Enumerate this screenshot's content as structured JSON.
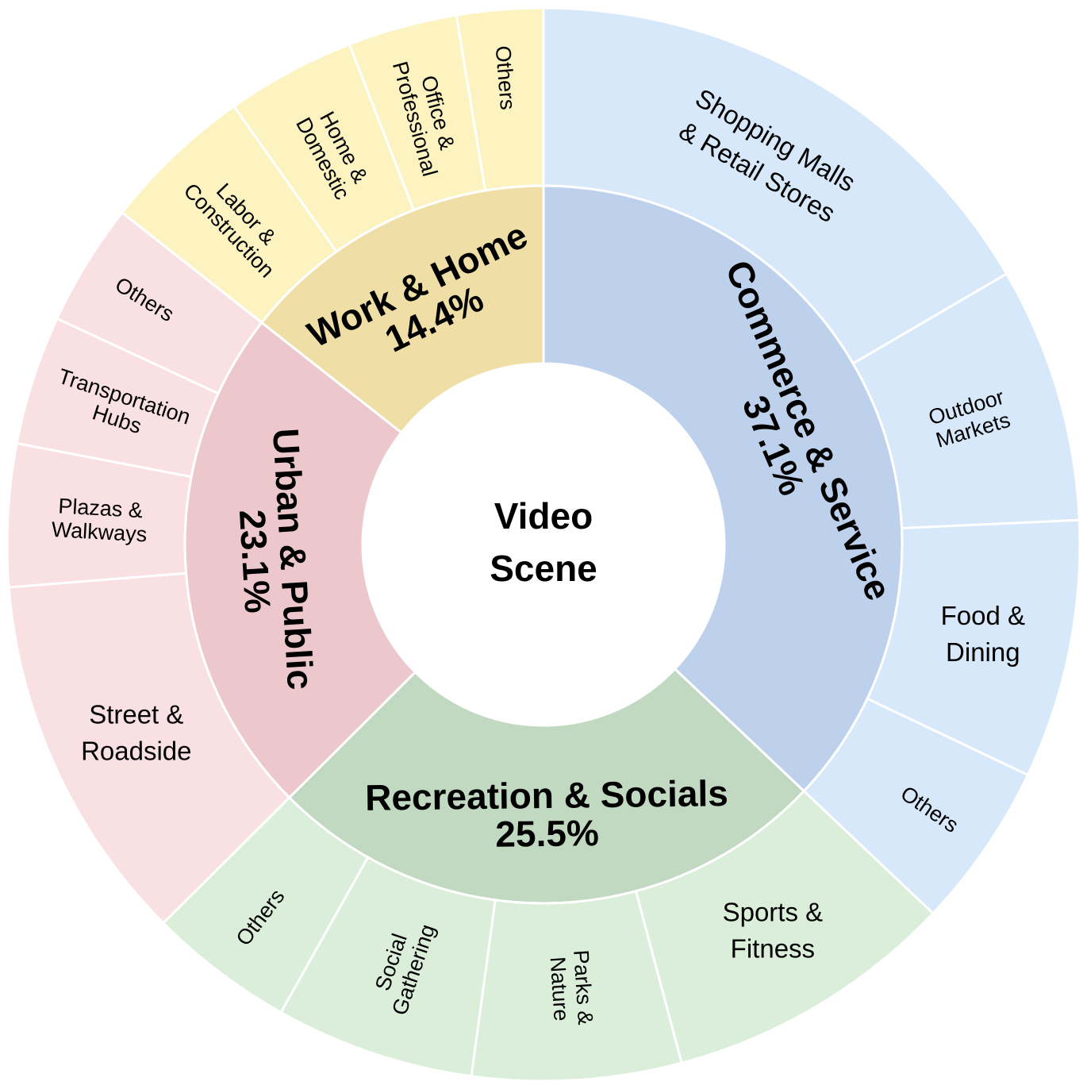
{
  "chart_data": {
    "type": "sunburst",
    "center_label": [
      "Video",
      "Scene"
    ],
    "colors": {
      "Commerce & Service": {
        "inner": "#bdd0ec",
        "outer": "#d6e8fa"
      },
      "Recreation & Socials": {
        "inner": "#c2d9c1",
        "outer": "#dbeed9"
      },
      "Urban & Public": {
        "inner": "#ecc8cd",
        "outer": "#f9e0e3"
      },
      "Work & Home": {
        "inner": "#efdfa6",
        "outer": "#fcf3c1"
      }
    },
    "categories": [
      {
        "name": "Commerce & Service",
        "lines": [
          "Commerce & Service",
          "37.1%"
        ],
        "value": 37.1,
        "children": [
          {
            "name": "Shopping Malls & Retail Stores",
            "lines": [
              "Shopping Malls",
              "& Retail Stores"
            ],
            "value": 16.6
          },
          {
            "name": "Outdoor Markets",
            "lines": [
              "Outdoor",
              "Markets"
            ],
            "value": 7.7
          },
          {
            "name": "Food & Dining",
            "lines": [
              "Food &",
              "Dining"
            ],
            "value": 7.8
          },
          {
            "name": "Others",
            "lines": [
              "Others"
            ],
            "value": 5.0
          }
        ]
      },
      {
        "name": "Recreation & Socials",
        "lines": [
          "Recreation & Socials",
          "25.5%"
        ],
        "value": 25.5,
        "children": [
          {
            "name": "Sports & Fitness",
            "lines": [
              "Sports &",
              "Fitness"
            ],
            "value": 8.8
          },
          {
            "name": "Parks & Nature",
            "lines": [
              "Parks &",
              "Nature"
            ],
            "value": 6.3
          },
          {
            "name": "Social Gathering",
            "lines": [
              "Social",
              "Gathering"
            ],
            "value": 6.0
          },
          {
            "name": "Others",
            "lines": [
              "Others"
            ],
            "value": 4.4
          }
        ]
      },
      {
        "name": "Urban & Public",
        "lines": [
          "Urban & Public",
          "23.1%"
        ],
        "value": 23.1,
        "children": [
          {
            "name": "Street & Roadside",
            "lines": [
              "Street &",
              "Roadside"
            ],
            "value": 11.2
          },
          {
            "name": "Plazas & Walkways",
            "lines": [
              "Plazas &",
              "Walkways"
            ],
            "value": 4.3
          },
          {
            "name": "Transportation Hubs",
            "lines": [
              "Transportation",
              "Hubs"
            ],
            "value": 3.9
          },
          {
            "name": "Others",
            "lines": [
              "Others"
            ],
            "value": 3.7
          }
        ]
      },
      {
        "name": "Work & Home",
        "lines": [
          "Work & Home",
          "14.4%"
        ],
        "value": 14.4,
        "children": [
          {
            "name": "Labor & Construction",
            "lines": [
              "Labor &",
              "Construction"
            ],
            "value": 4.6
          },
          {
            "name": "Home & Domestic",
            "lines": [
              "Home &",
              "Domestic"
            ],
            "value": 3.9
          },
          {
            "name": "Office & Professional",
            "lines": [
              "Office &",
              "Professional"
            ],
            "value": 3.3
          },
          {
            "name": "Others",
            "lines": [
              "Others"
            ],
            "value": 2.6
          }
        ]
      }
    ]
  }
}
